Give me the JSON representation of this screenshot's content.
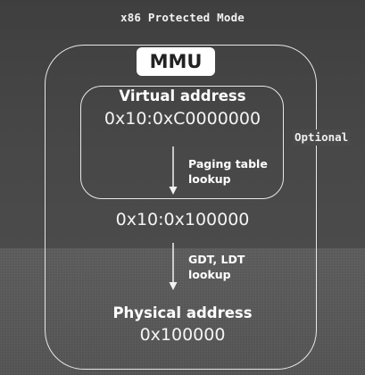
{
  "title": "x86 Protected Mode",
  "mmu_label": "MMU",
  "optional_label": "Optional",
  "virtual_address": {
    "heading": "Virtual address",
    "value": "0x10:0xC0000000"
  },
  "paging_step": {
    "line1": "Paging table",
    "line2": "lookup"
  },
  "linear_address": {
    "value": "0x10:0x100000"
  },
  "segment_step": {
    "line1": "GDT, LDT",
    "line2": "lookup"
  },
  "physical_address": {
    "heading": "Physical address",
    "value": "0x100000"
  },
  "colors": {
    "background_top": "#444444",
    "background_bottom": "#575757",
    "stroke": "#e8e8e8",
    "text": "#ffffff"
  }
}
